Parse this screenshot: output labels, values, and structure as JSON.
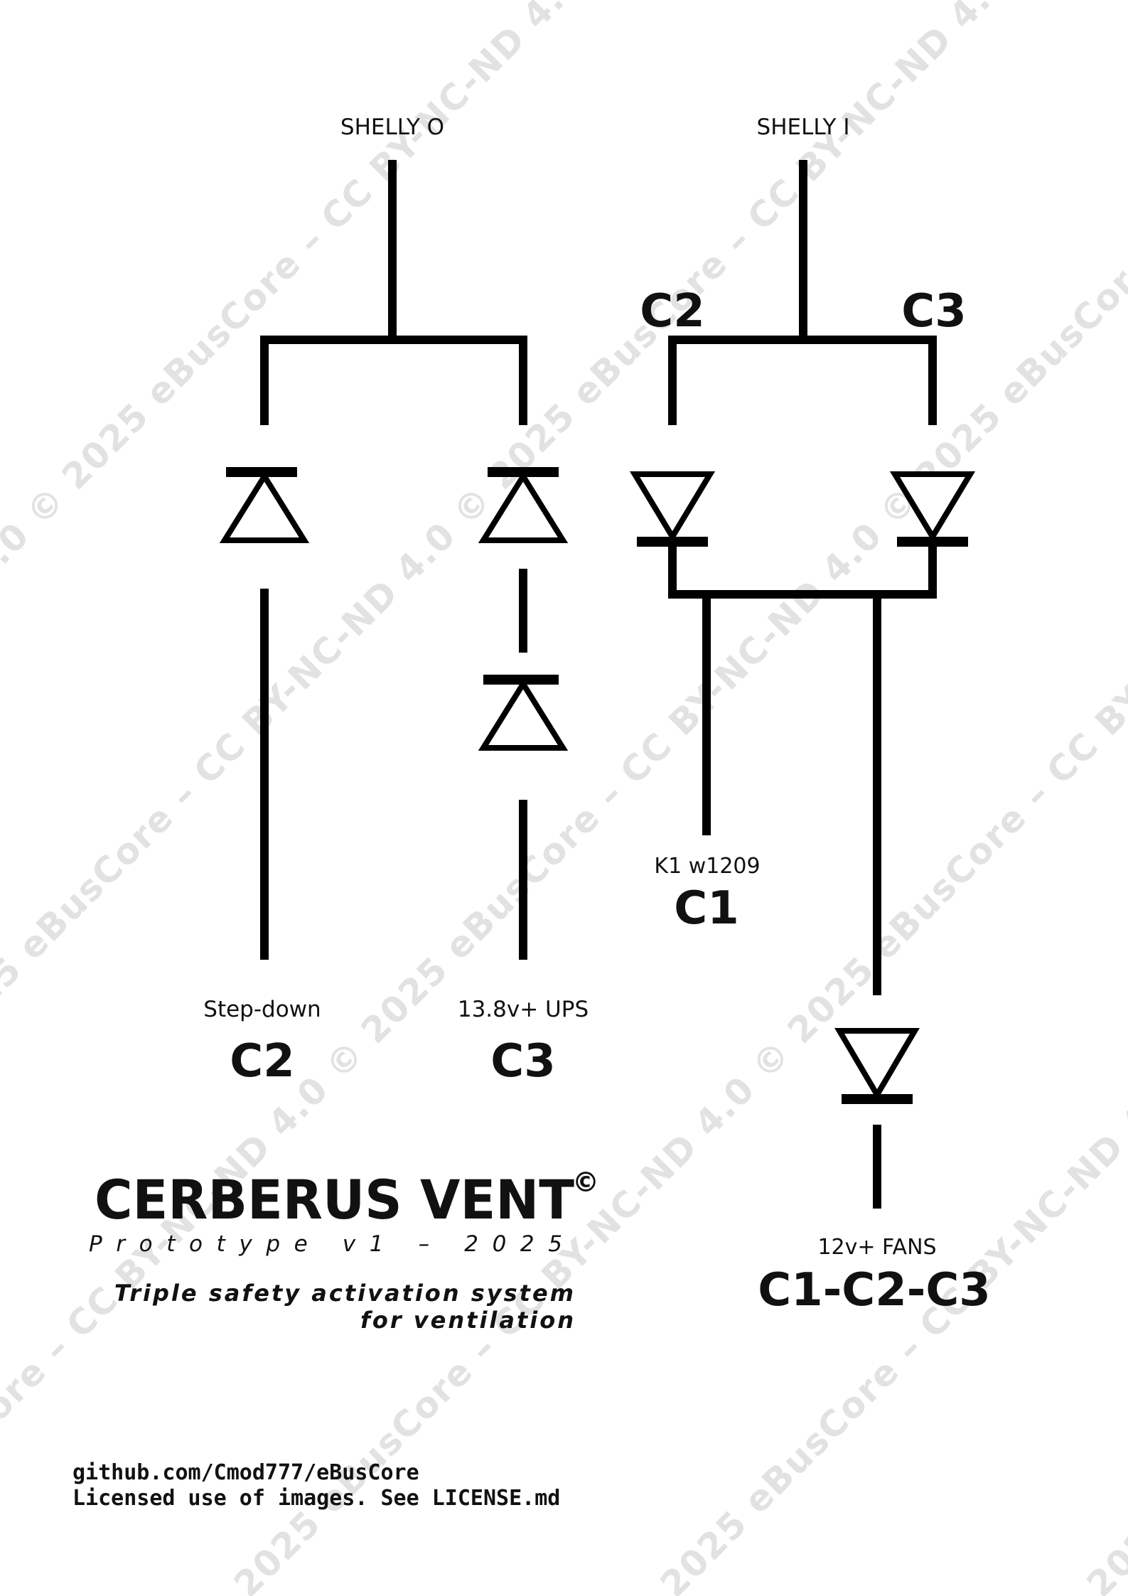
{
  "watermark": {
    "text": "© 2025 eBusCore – CC BY-NC-ND 4.0",
    "color": "#e2e2e2"
  },
  "inputs": {
    "shelly_o": "SHELLY O",
    "shelly_i": "SHELLY I"
  },
  "branch_labels": {
    "top_left": "C2",
    "top_right": "C3"
  },
  "outputs": {
    "step_down": {
      "caption": "Step-down",
      "code": "C2"
    },
    "ups": {
      "caption": "13.8v+ UPS",
      "code": "C3"
    },
    "k1": {
      "caption": "K1 w1209",
      "code": "C1"
    },
    "fans": {
      "caption": "12v+ FANS",
      "code": "C1-C2-C3"
    }
  },
  "title": {
    "name": "CERBERUS VENT",
    "mark": "©",
    "subtitle": "Prototype v1 – 2025"
  },
  "tagline": {
    "line1": "Triple safety activation system",
    "line2": "for ventilation"
  },
  "footer": {
    "line1": "github.com/Cmod777/eBusCore",
    "line2": "Licensed use of images. See LICENSE.md"
  },
  "icons": [
    "diode-up-icon",
    "diode-down-icon"
  ]
}
